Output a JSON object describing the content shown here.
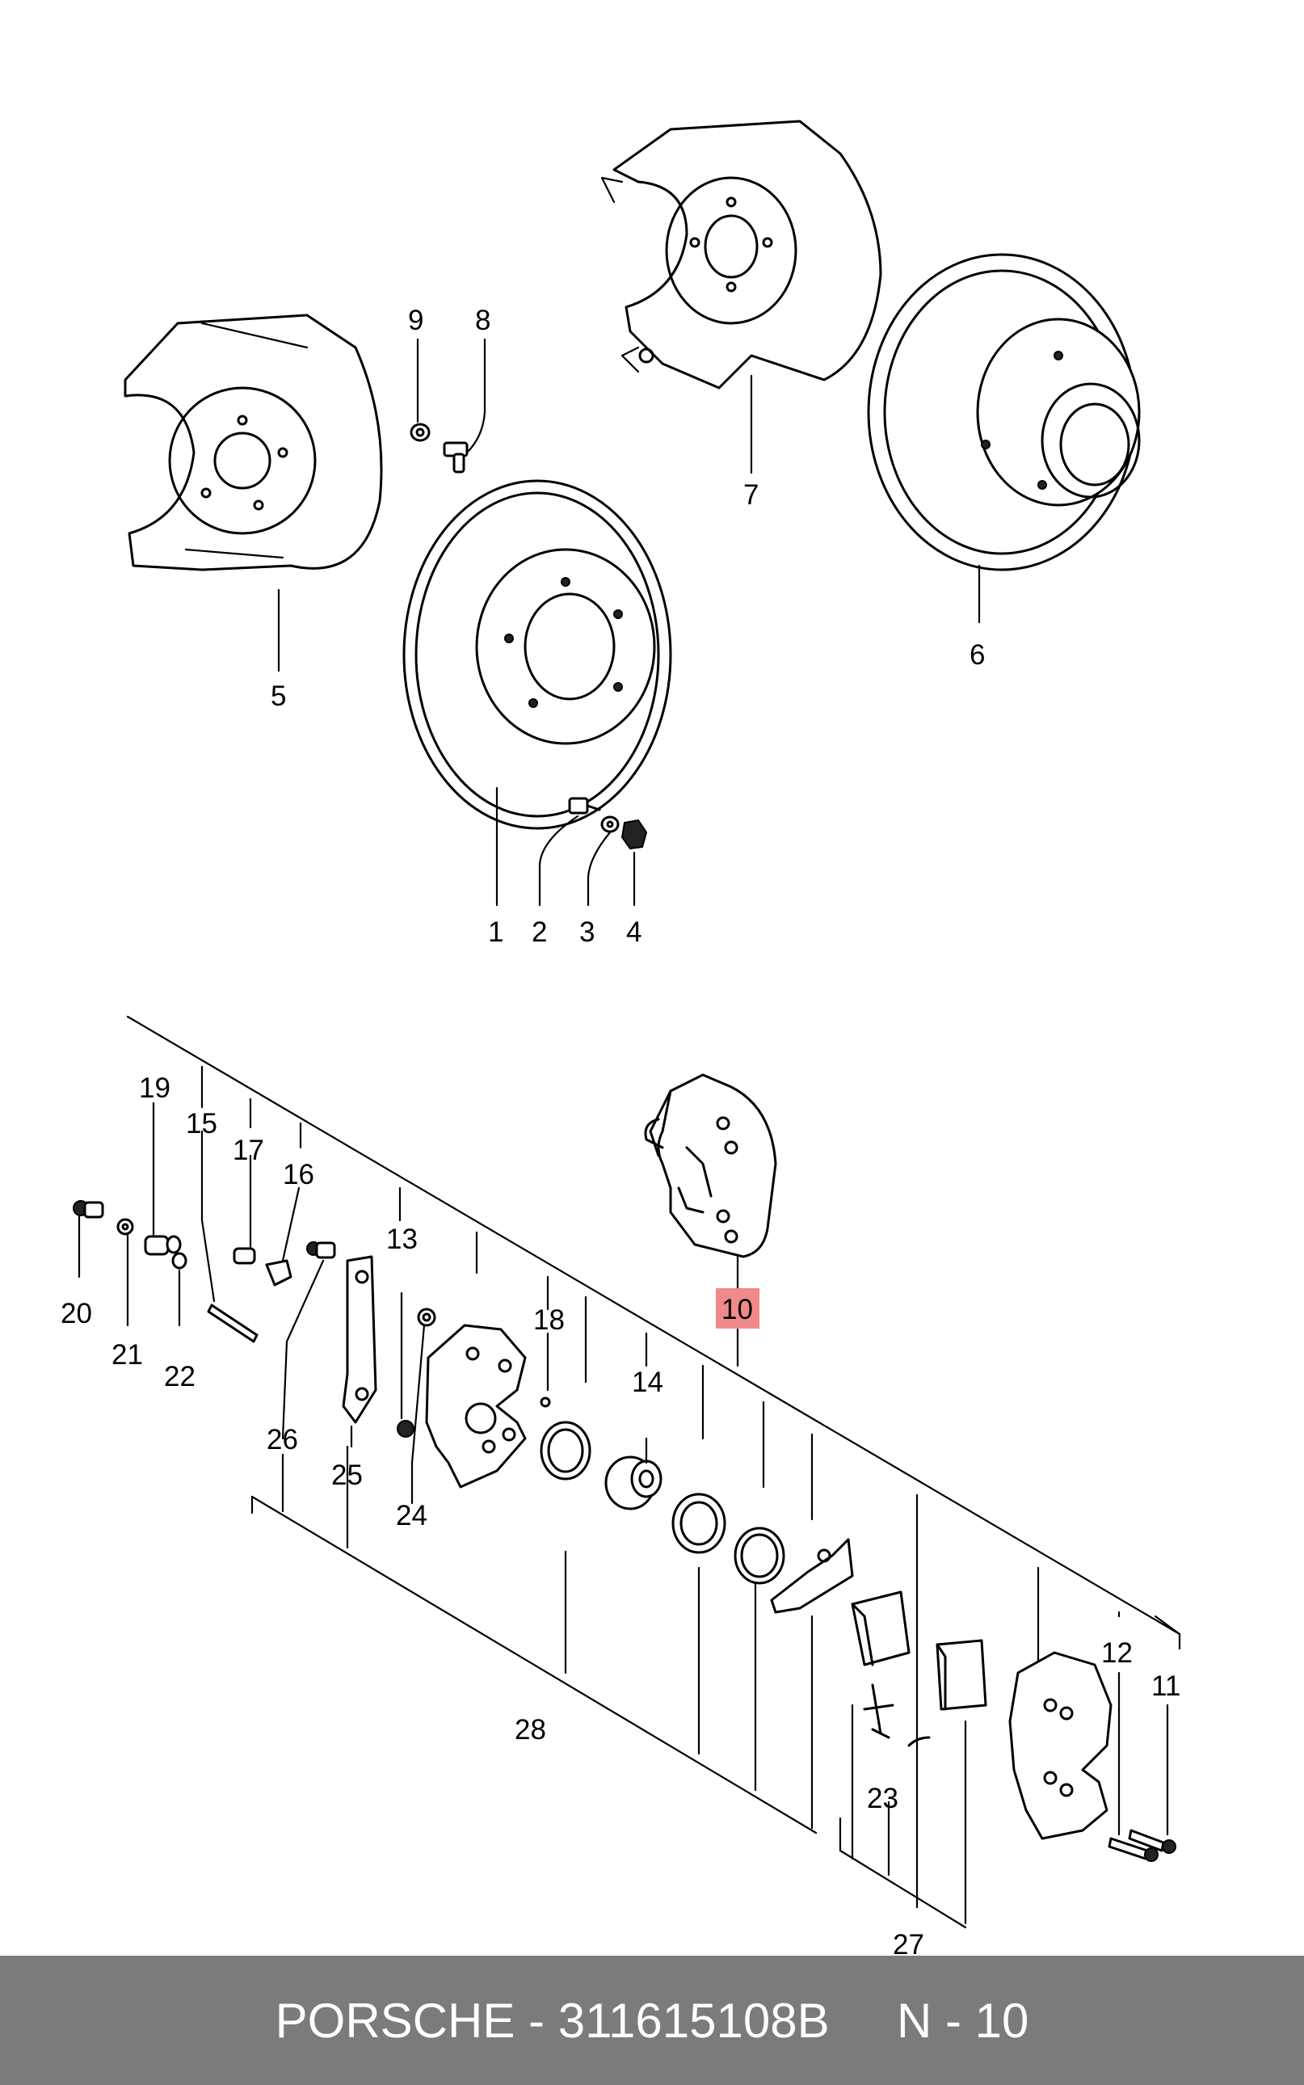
{
  "callouts": {
    "c1": "1",
    "c2": "2",
    "c3": "3",
    "c4": "4",
    "c5": "5",
    "c6": "6",
    "c7": "7",
    "c8": "8",
    "c9": "9",
    "c10": "10",
    "c11": "11",
    "c12": "12",
    "c13": "13",
    "c14": "14",
    "c15": "15",
    "c16": "16",
    "c17": "17",
    "c18": "18",
    "c19": "19",
    "c20": "20",
    "c21": "21",
    "c22": "22",
    "c23": "23",
    "c24": "24",
    "c25": "25",
    "c26": "26",
    "c27": "27",
    "c28": "28"
  },
  "highlighted_callout": "10",
  "colors": {
    "highlight": "#f08a8a",
    "footer_bg": "#7b7b7b",
    "footer_text": "#ffffff"
  },
  "footer": {
    "brand": "PORSCHE",
    "separator": "-",
    "part_number": "311615108B",
    "ref": "N - 10"
  }
}
